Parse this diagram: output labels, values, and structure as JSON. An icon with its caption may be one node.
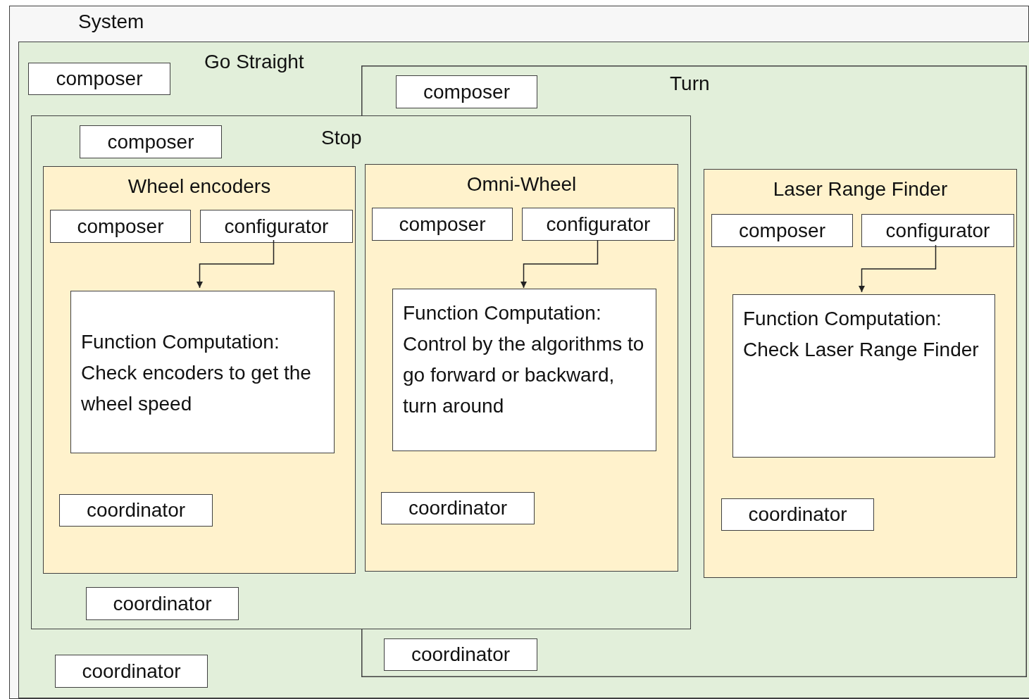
{
  "diagram": {
    "nodes": [
      {
        "text": [
          "System"
        ]
      },
      {
        "text": [
          "Go Straight"
        ],
        "in": 0
      },
      {
        "text": [
          "composer"
        ],
        "in": 1
      },
      {
        "text": [
          "Turn"
        ],
        "in": 1
      },
      {
        "text": [
          "composer"
        ],
        "in": 3
      },
      {
        "text": [
          "Stop"
        ],
        "in": 1
      },
      {
        "text": [
          "composer"
        ],
        "in": 5
      },
      {
        "text": [
          "Wheel encoders"
        ],
        "in": 5
      },
      {
        "text": [
          "composer"
        ],
        "in": 7
      },
      {
        "text": [
          "configurator"
        ],
        "in": 7
      },
      {
        "text": [
          "Function Computation: Check encoders to get the wheel speed"
        ],
        "in": 7
      },
      {
        "text": [
          "coordinator"
        ],
        "in": 7
      },
      {
        "text": [
          "Omni-Wheel"
        ]
      },
      {
        "text": [
          "composer"
        ],
        "in": 12
      },
      {
        "text": [
          "configurator"
        ],
        "in": 12
      },
      {
        "text": [
          "Function Computation: Control by the algorithms to go forward or backward, turn around"
        ],
        "in": 12
      },
      {
        "text": [
          "coordinator"
        ],
        "in": 12
      },
      {
        "text": [
          "Laser Range Finder"
        ],
        "in": 3
      },
      {
        "text": [
          "composer"
        ],
        "in": 17
      },
      {
        "text": [
          "configurator"
        ],
        "in": 17
      },
      {
        "text": [
          "Function Computation: Check Laser Range Finder"
        ],
        "in": 17
      },
      {
        "text": [
          "coordinator"
        ],
        "in": 17
      },
      {
        "text": [
          "coordinator"
        ],
        "in": 5
      },
      {
        "text": [
          "coordinator"
        ],
        "in": 3
      },
      {
        "text": [
          "coordinator"
        ],
        "in": 1
      }
    ],
    "edges": [
      {
        "from": 9,
        "to": 10,
        "arrow": "to"
      },
      {
        "from": 14,
        "to": 15,
        "arrow": "to"
      },
      {
        "from": 19,
        "to": 20,
        "arrow": "to"
      }
    ]
  }
}
